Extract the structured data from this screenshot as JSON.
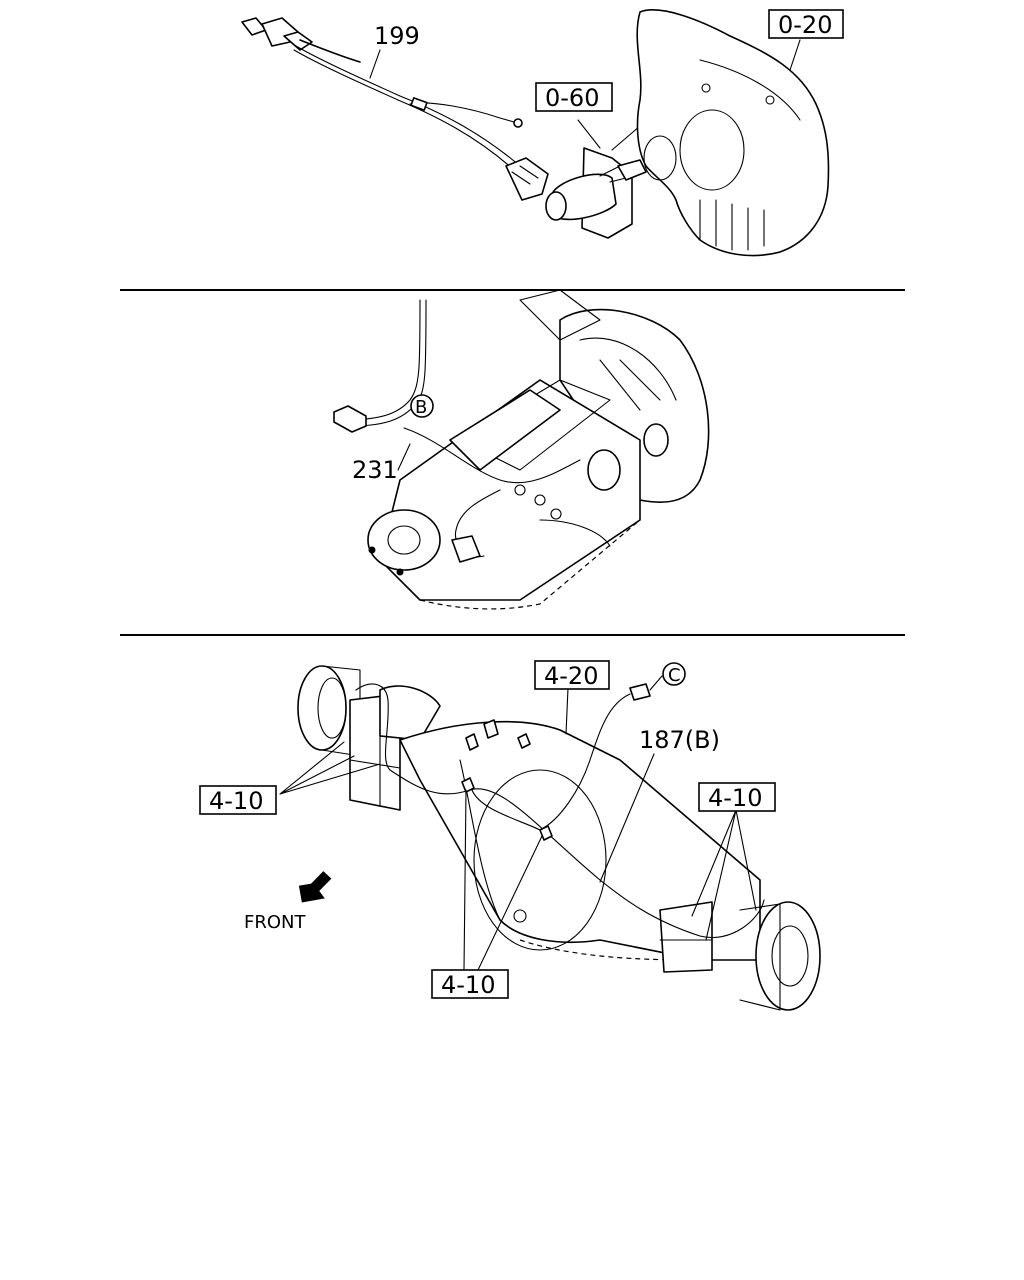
{
  "labels": {
    "part_199": "199",
    "ref_0_20": "0-20",
    "ref_0_60": "0-60",
    "part_231": "231",
    "connector_b": "B",
    "ref_4_20": "4-20",
    "connector_c": "C",
    "part_187b": "187(B)",
    "ref_4_10_left": "4-10",
    "ref_4_10_right": "4-10",
    "ref_4_10_bottom": "4-10",
    "front": "FRONT"
  }
}
